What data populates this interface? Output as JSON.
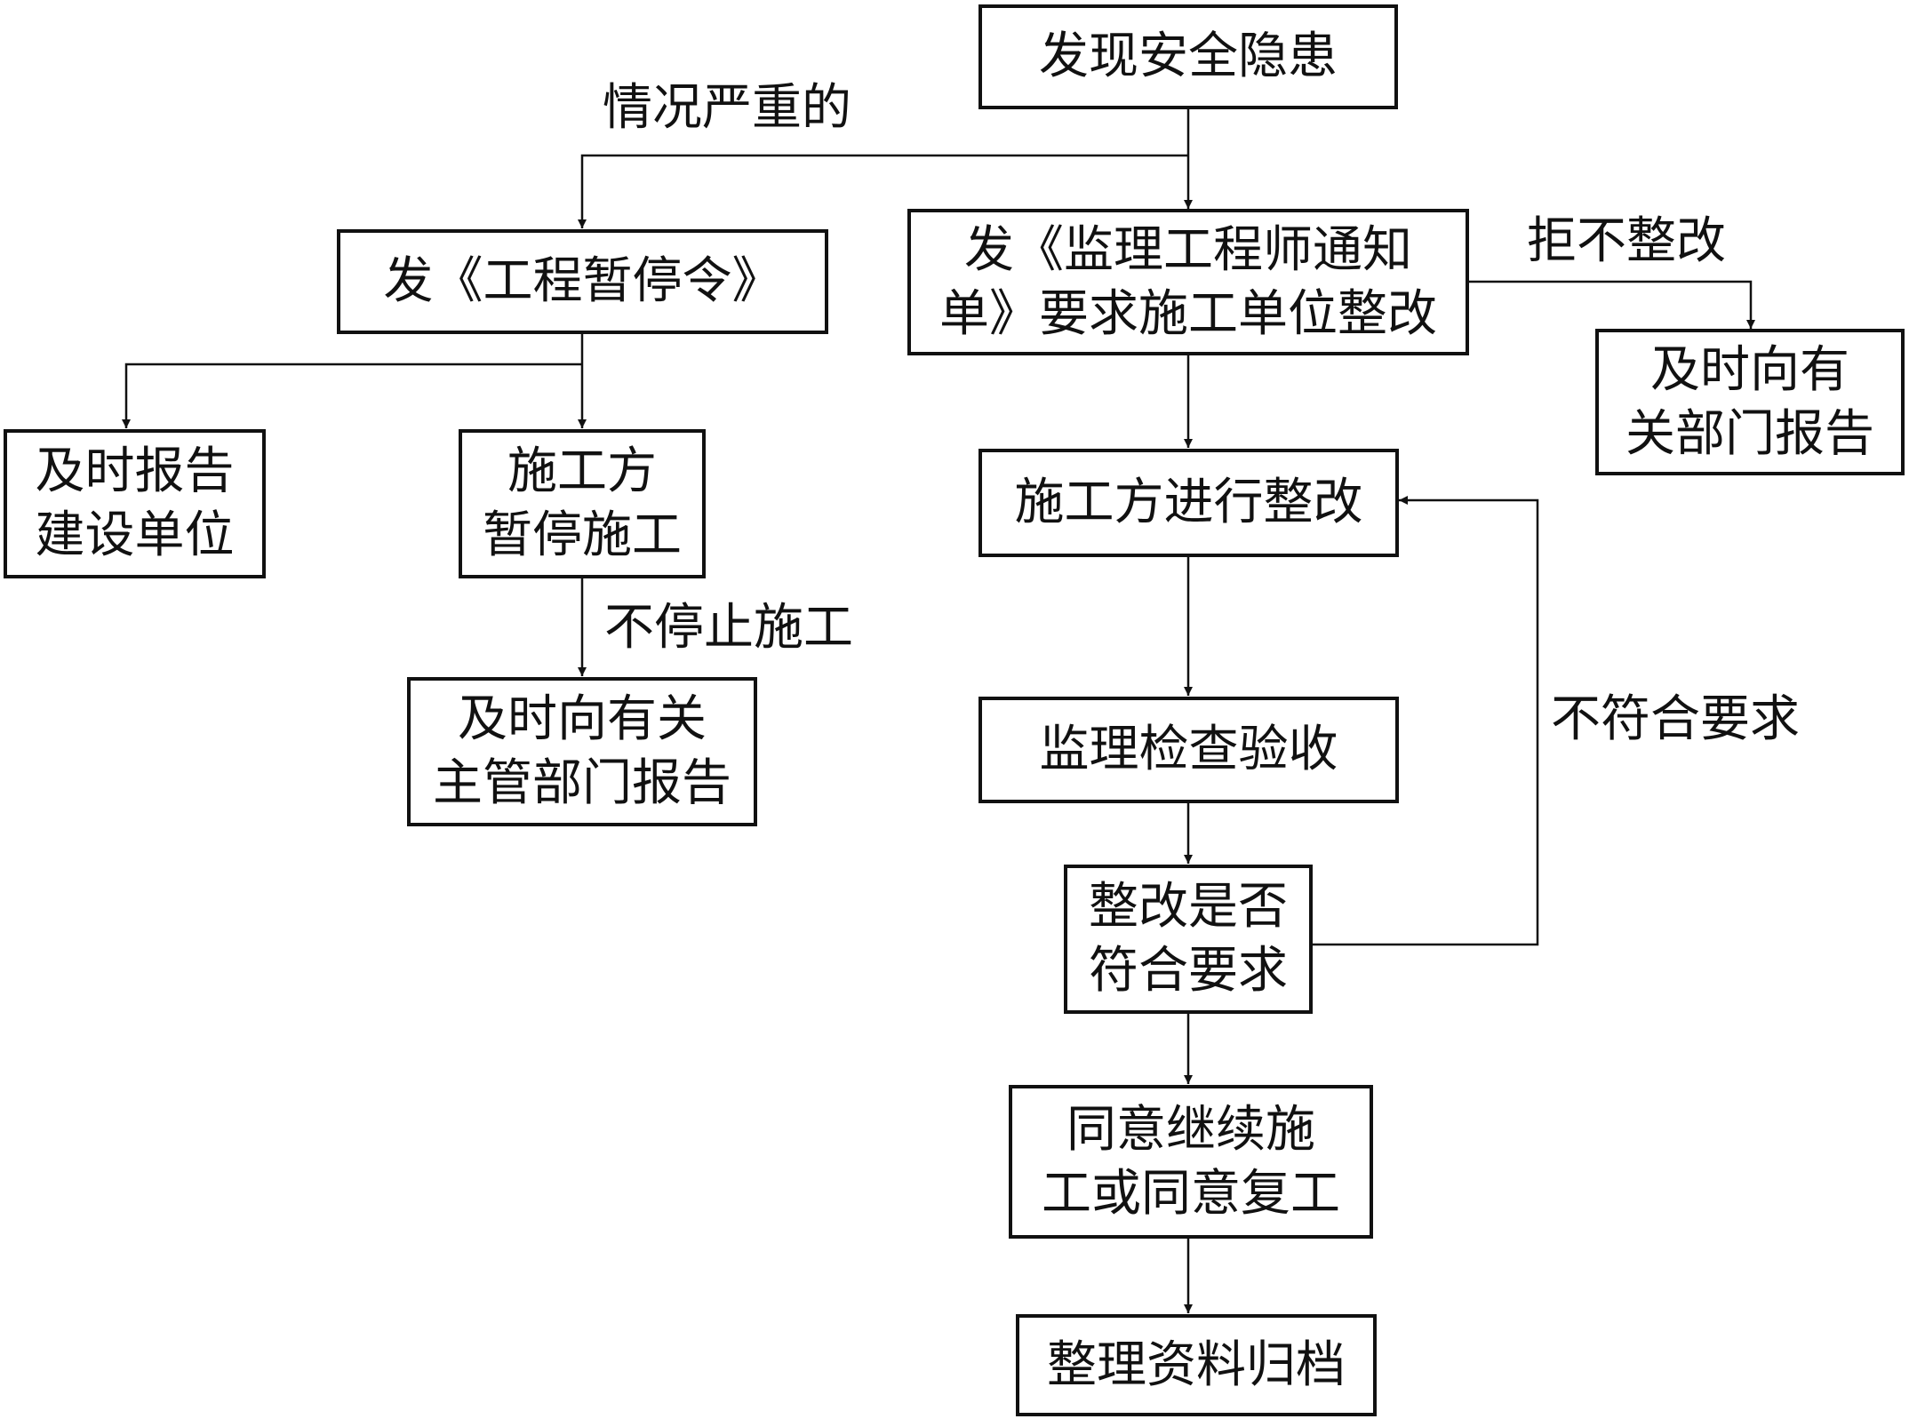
{
  "nodes": {
    "discover": [
      "发现安全隐患"
    ],
    "stop_order": [
      "发《工程暂停令》"
    ],
    "notice": [
      "发《监理工程师通知",
      "单》要求施工单位整改"
    ],
    "report_dept_right": [
      "及时向有",
      "关部门报告"
    ],
    "report_owner": [
      "及时报告",
      "建设单位"
    ],
    "contractor_pause": [
      "施工方",
      "暂停施工"
    ],
    "report_dept_left": [
      "及时向有关",
      "主管部门报告"
    ],
    "rectify": [
      "施工方进行整改"
    ],
    "inspect": [
      "监理检查验收"
    ],
    "check": [
      "整改是否",
      "符合要求"
    ],
    "resume": [
      "同意继续施",
      "工或同意复工"
    ],
    "archive": [
      "整理资料归档"
    ]
  },
  "edge_labels": {
    "serious": "情况严重的",
    "refuse": "拒不整改",
    "not_stop": "不停止施工",
    "not_ok": "不符合要求"
  }
}
